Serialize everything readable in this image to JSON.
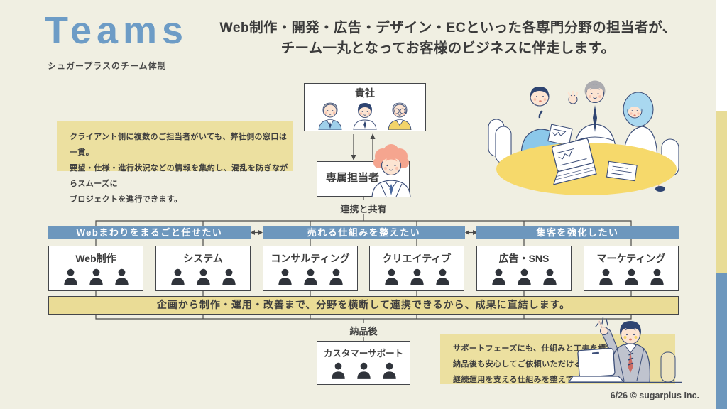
{
  "slide": {
    "title": "Teams",
    "subtitle": "シュガープラスのチーム体制",
    "headline": [
      "Web制作・開発・広告・デザイン・ECといった各専門分野の担当者が、",
      "チーム一丸となってお客様のビジネスに伴走します。"
    ],
    "footer": "6/26 © sugarplus Inc."
  },
  "notes": {
    "client_note": [
      "クライアント側に複数のご担当者がいても、弊社側の窓口は一貫。",
      "要望・仕様・進行状況などの情報を集約し、混乱を防ぎながらスムーズに",
      "プロジェクトを進行できます。"
    ],
    "support_note": [
      "サポートフェーズにも、仕組みと工夫を構築。",
      "納品後も安心してご依頼いただけるよう、",
      "継続運用を支える仕組みを整えています。"
    ]
  },
  "org": {
    "client_label": "貴社",
    "manager_label": "専属担当者",
    "link_label": "連携と共有",
    "groups": [
      "Webまわりをまるごと任せたい",
      "売れる仕組みを整えたい",
      "集客を強化したい"
    ],
    "teams": [
      "Web制作",
      "システム",
      "コンサルティング",
      "クリエイティブ",
      "広告・SNS",
      "マーケティング"
    ],
    "banner": "企画から制作・運用・改善まで、分野を横断して連携できるから、成果に直結します。",
    "post_delivery_label": "納品後",
    "support_label": "カスタマーサポート"
  },
  "colors": {
    "background": "#F0EFE2",
    "accent_blue": "#6D9CC6",
    "bar_blue": "#6D97BD",
    "note_yellow": "#ECE0A0",
    "banner_yellow": "#EADC96",
    "line_dark": "#4A4A4A"
  }
}
